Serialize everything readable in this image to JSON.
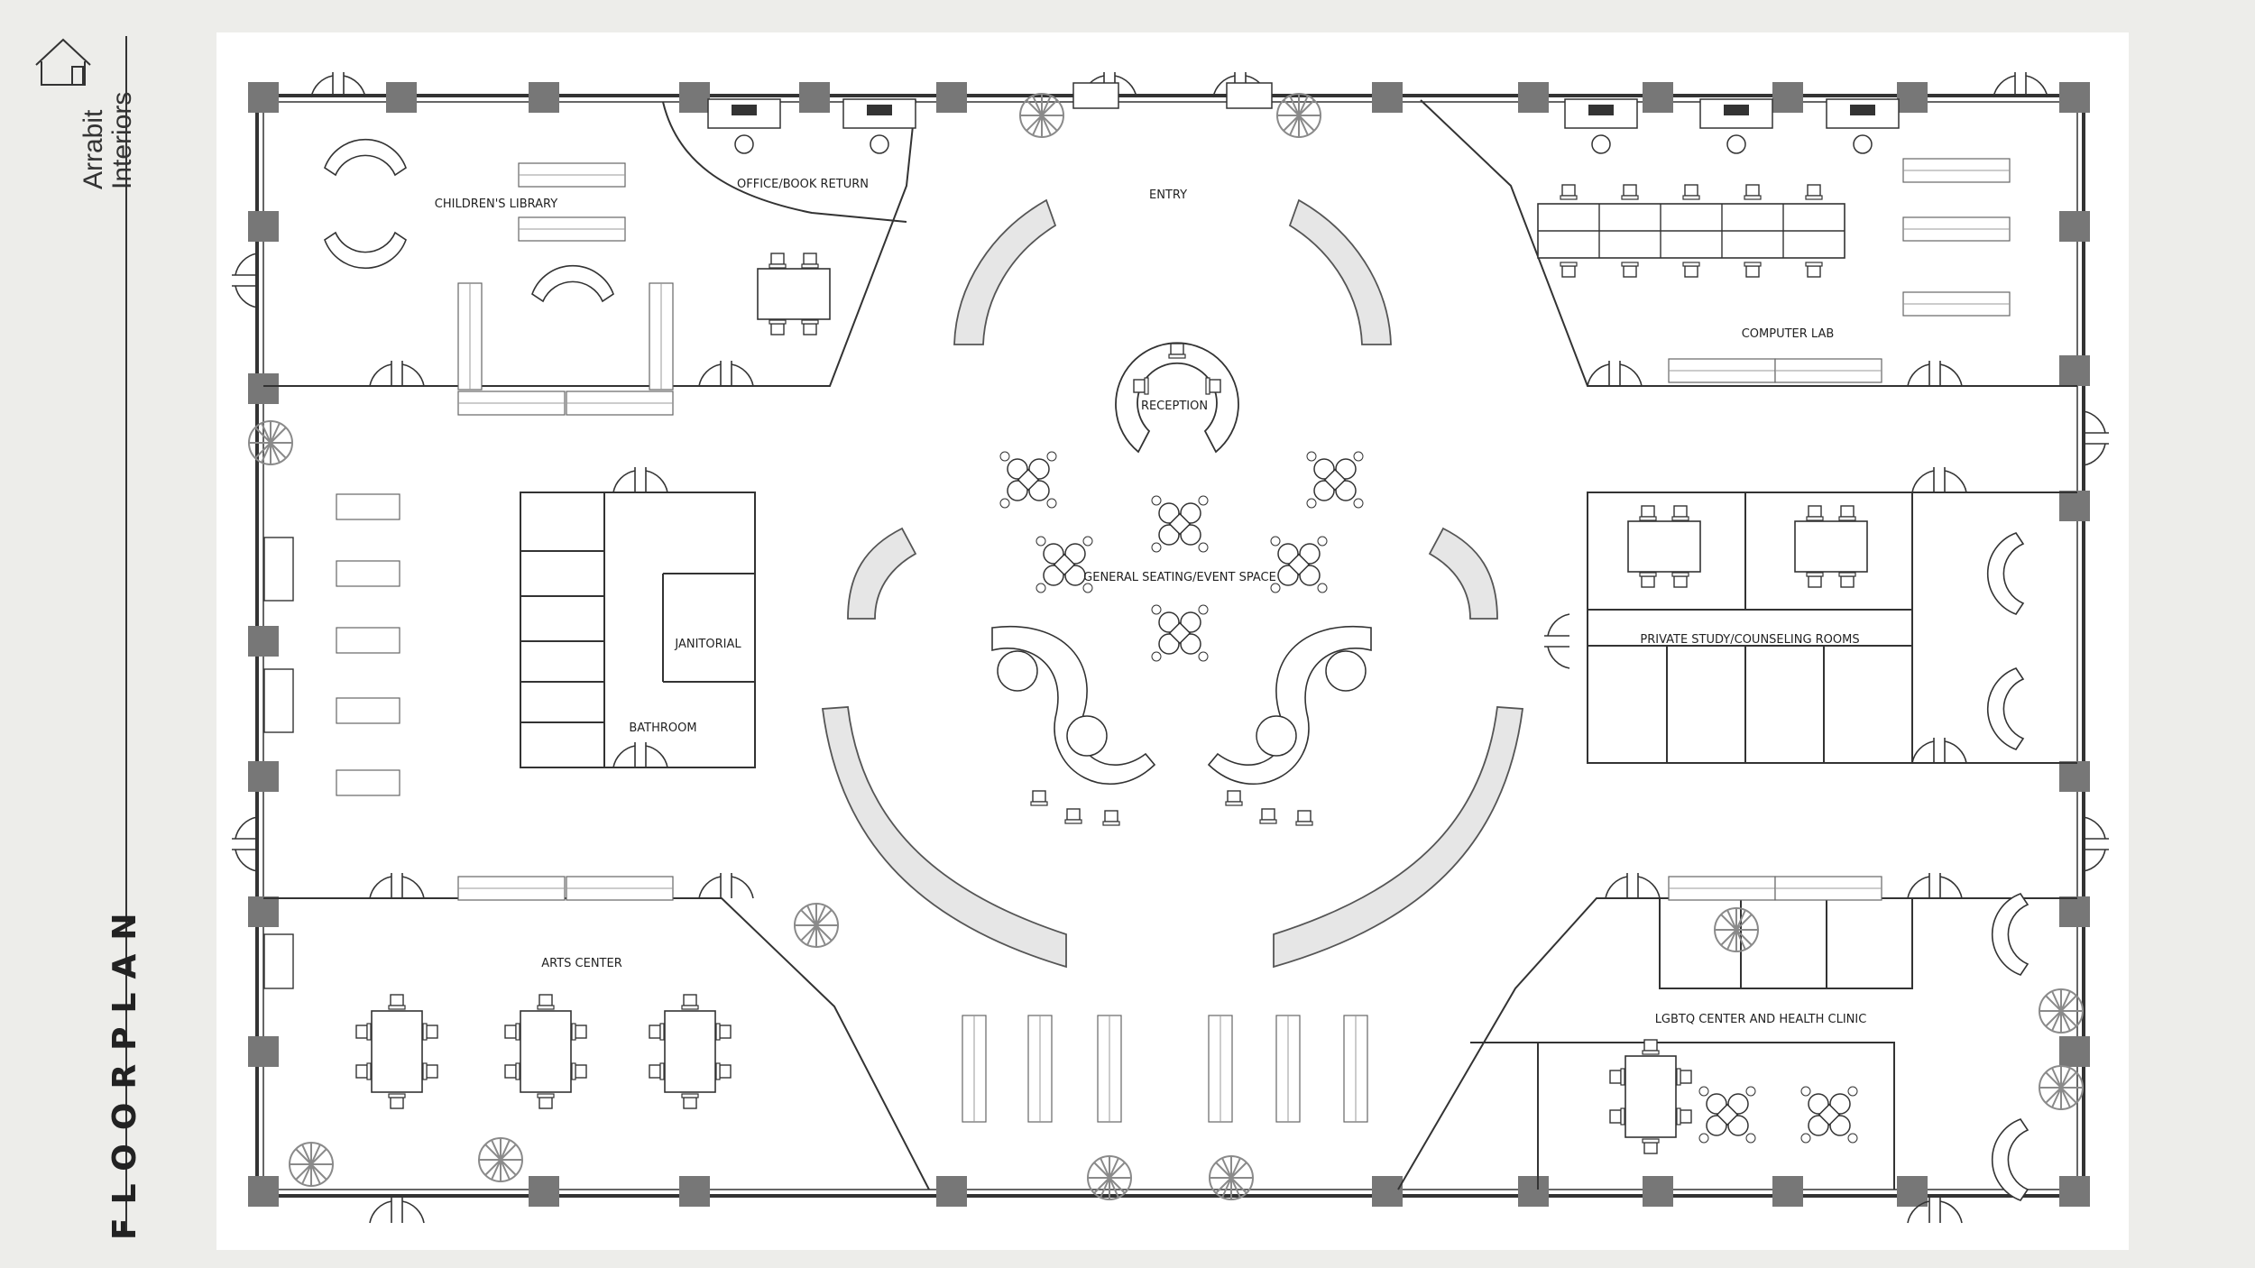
{
  "brand": {
    "line1": "Arrabit",
    "line2": "Interiors"
  },
  "page_title": "FLOORPLAN",
  "rooms": {
    "childrens_library": "CHILDREN'S LIBRARY",
    "office": "OFFICE/BOOK RETURN",
    "entry": "ENTRY",
    "computer_lab": "COMPUTER LAB",
    "reception": "RECEPTION",
    "general_seating": "GENERAL SEATING/EVENT SPACE",
    "private_study": "PRIVATE STUDY/COUNSELING ROOMS",
    "janitorial": "JANITORIAL",
    "bathroom": "BATHROOM",
    "arts_center": "ARTS CENTER",
    "lgbtq_center": "LGBTQ CENTER AND HEALTH CLINIC"
  },
  "colors": {
    "background": "#ededea",
    "paper": "#ffffff",
    "line": "#333333",
    "column": "#777777",
    "plant": "#9a9a9a"
  }
}
